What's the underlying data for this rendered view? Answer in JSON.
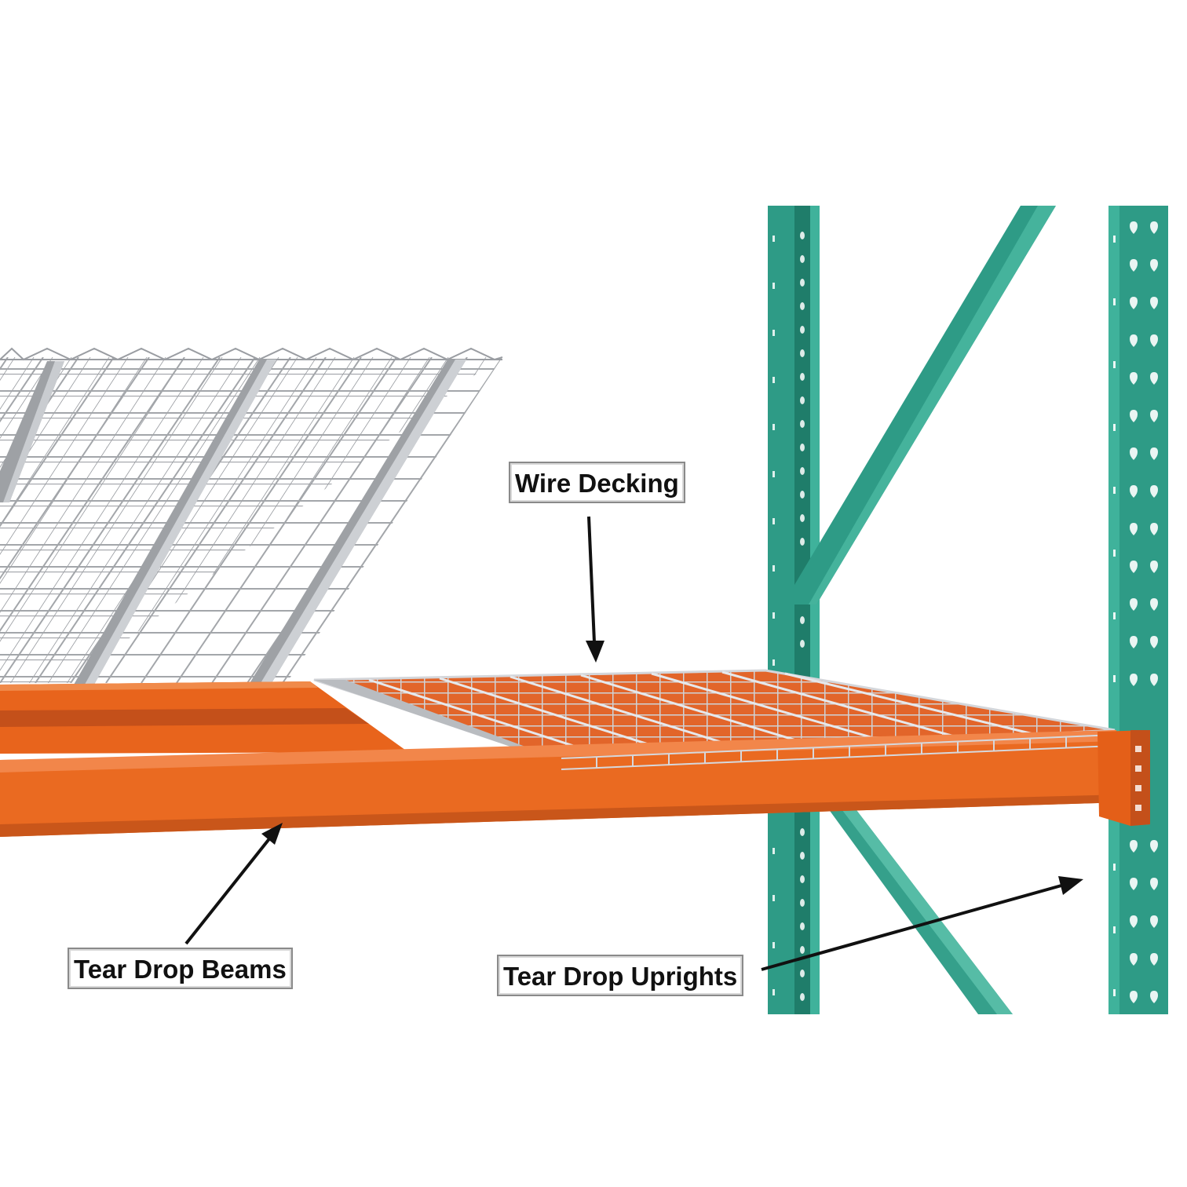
{
  "labels": {
    "wire_decking": "Wire Decking",
    "tear_drop_beams": "Tear Drop Beams",
    "tear_drop_uprights": "Tear Drop Uprights"
  },
  "colors": {
    "beam": "#e8641c",
    "upright": "#2e9b86",
    "wire": "#a8abaf",
    "arrow": "#111111"
  }
}
